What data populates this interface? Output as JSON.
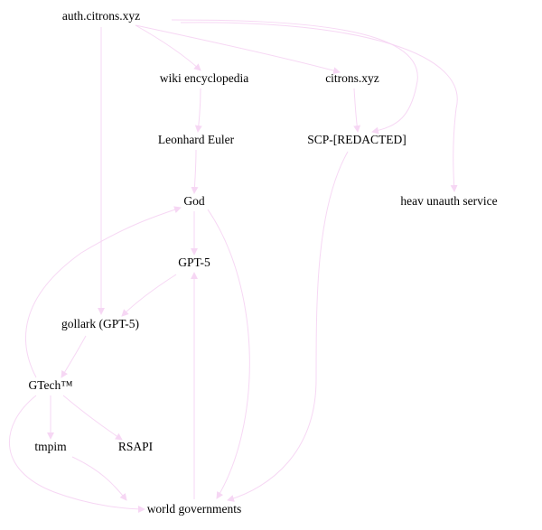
{
  "colors": {
    "background": "#ffffff",
    "edge": "#f6d3f3",
    "text": "#000000"
  },
  "nodes": [
    {
      "id": "auth",
      "label": "auth.citrons.xyz"
    },
    {
      "id": "wiki",
      "label": "wiki encyclopedia"
    },
    {
      "id": "citrons",
      "label": "citrons.xyz"
    },
    {
      "id": "euler",
      "label": "Leonhard Euler"
    },
    {
      "id": "scp",
      "label": "SCP-[REDACTED]"
    },
    {
      "id": "god",
      "label": "God"
    },
    {
      "id": "heav",
      "label": "heav unauth service"
    },
    {
      "id": "gpt5",
      "label": "GPT-5"
    },
    {
      "id": "gollark",
      "label": "gollark (GPT-5)"
    },
    {
      "id": "gtech",
      "label": "GTech™"
    },
    {
      "id": "tmpim",
      "label": "tmpim"
    },
    {
      "id": "rsapi",
      "label": "RSAPI"
    },
    {
      "id": "world",
      "label": "world governments"
    }
  ],
  "edges": [
    {
      "from": "auth",
      "to": "wiki"
    },
    {
      "from": "auth",
      "to": "citrons"
    },
    {
      "from": "auth",
      "to": "scp"
    },
    {
      "from": "auth",
      "to": "heav"
    },
    {
      "from": "auth",
      "to": "gollark"
    },
    {
      "from": "wiki",
      "to": "euler"
    },
    {
      "from": "euler",
      "to": "god"
    },
    {
      "from": "citrons",
      "to": "scp"
    },
    {
      "from": "scp",
      "to": "world"
    },
    {
      "from": "god",
      "to": "gpt5"
    },
    {
      "from": "god",
      "to": "world"
    },
    {
      "from": "gpt5",
      "to": "gollark"
    },
    {
      "from": "gollark",
      "to": "gtech"
    },
    {
      "from": "gtech",
      "to": "god"
    },
    {
      "from": "gtech",
      "to": "tmpim"
    },
    {
      "from": "gtech",
      "to": "rsapi"
    },
    {
      "from": "gtech",
      "to": "world"
    },
    {
      "from": "tmpim",
      "to": "world"
    },
    {
      "from": "world",
      "to": "gpt5"
    }
  ]
}
